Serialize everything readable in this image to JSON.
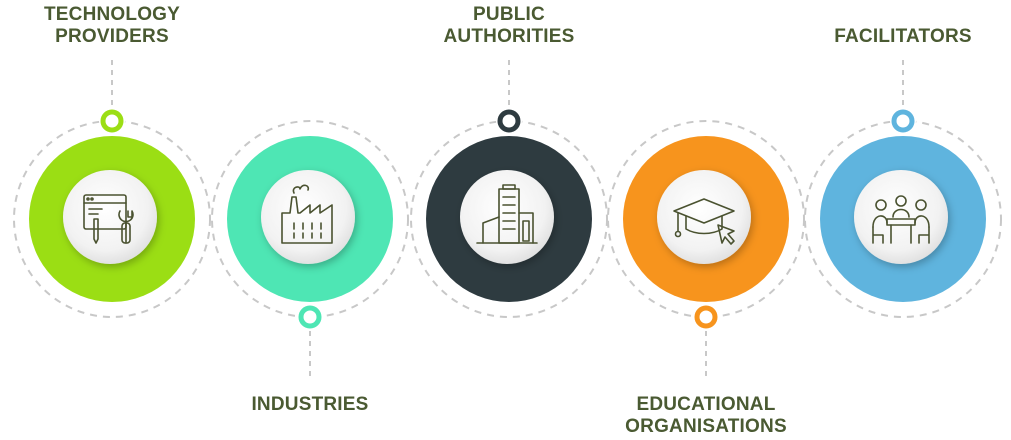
{
  "stakeholders": [
    {
      "id": "technology-providers",
      "lines": [
        "TECHNOLOGY",
        "PROVIDERS"
      ],
      "color": "#9bde14",
      "icon": "webpage-tools-icon",
      "label_position": "top"
    },
    {
      "id": "industries",
      "lines": [
        "INDUSTRIES"
      ],
      "color": "#4ee6b4",
      "icon": "factory-icon",
      "label_position": "bottom"
    },
    {
      "id": "public-authorities",
      "lines": [
        "PUBLIC",
        "AUTHORITIES"
      ],
      "color": "#2e3b40",
      "icon": "office-building-icon",
      "label_position": "top"
    },
    {
      "id": "educational-organisations",
      "lines": [
        "EDUCATIONAL",
        "ORGANISATIONS"
      ],
      "color": "#f7941d",
      "icon": "graduation-cap-cursor-icon",
      "label_position": "bottom"
    },
    {
      "id": "facilitators",
      "lines": [
        "FACILITATORS"
      ],
      "color": "#5fb4de",
      "icon": "meeting-table-icon",
      "label_position": "top"
    }
  ]
}
